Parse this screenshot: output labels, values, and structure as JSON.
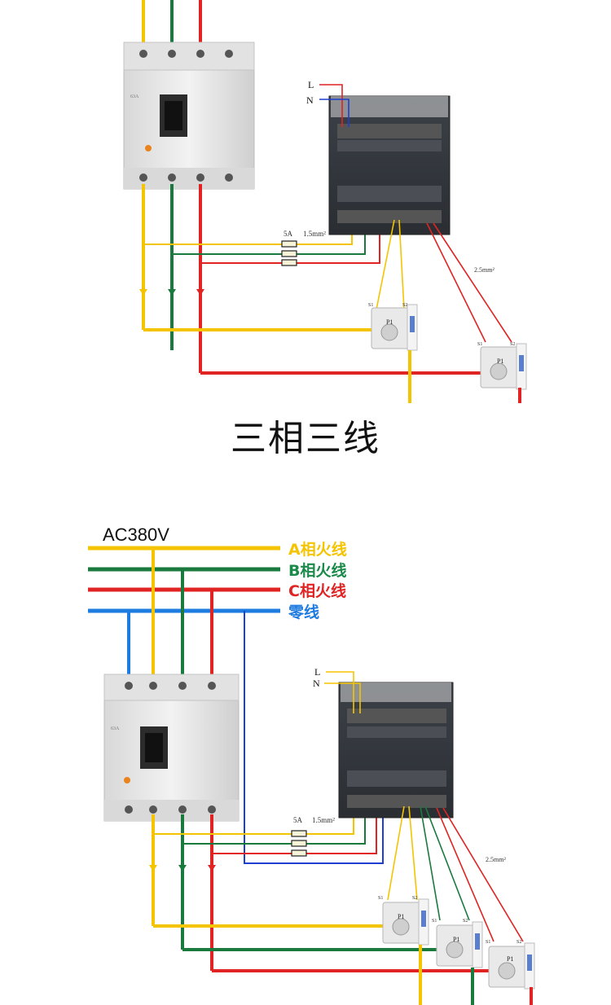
{
  "diagram_1": {
    "title": "三相三线",
    "meter_supply": {
      "L": "L",
      "N": "N"
    },
    "wire_spec_voltage": "1.5mm²",
    "fuse_rating": "5A",
    "wire_spec_current": "2.5mm²",
    "ct_labels": {
      "s1": "S1",
      "s2": "S2",
      "p1": "P1"
    },
    "breaker_rating": "63A"
  },
  "diagram_2": {
    "supply_label": "AC380V",
    "lines": [
      {
        "label": "A相火线",
        "color": "#f5c400"
      },
      {
        "label": "B相火线",
        "color": "#1a8a4a"
      },
      {
        "label": "C相火线",
        "color": "#e02424"
      },
      {
        "label": "零线",
        "color": "#1e7be0"
      }
    ],
    "meter_supply": {
      "L": "L",
      "N": "N"
    },
    "wire_spec_voltage": "1.5mm²",
    "fuse_rating": "5A",
    "wire_spec_current": "2.5mm²",
    "ct_labels": {
      "s1": "S1",
      "s2": "S2",
      "p1": "P1"
    },
    "breaker_rating": "63A"
  },
  "colors": {
    "yellow": "#f5c400",
    "green": "#1a7a3e",
    "red": "#e02424",
    "blue": "#1e5be0"
  }
}
